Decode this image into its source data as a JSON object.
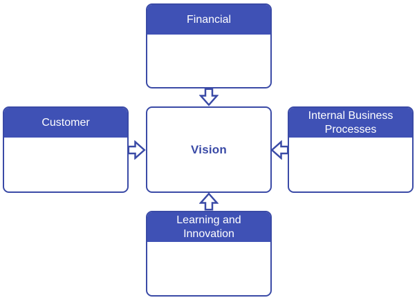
{
  "diagram": {
    "type": "balanced-scorecard",
    "center": {
      "label": "Vision"
    },
    "nodes": [
      {
        "id": "financial",
        "label": "Financial",
        "position": "top"
      },
      {
        "id": "customer",
        "label": "Customer",
        "position": "left"
      },
      {
        "id": "internal-business-processes",
        "label": "Internal Business Processes",
        "position": "right"
      },
      {
        "id": "learning-and-innovation",
        "label": "Learning and Innovation",
        "position": "bottom"
      }
    ],
    "arrows": [
      {
        "from": "Financial",
        "to": "Vision",
        "direction": "down"
      },
      {
        "from": "Customer",
        "to": "Vision",
        "direction": "right"
      },
      {
        "from": "Internal Business Processes",
        "to": "Vision",
        "direction": "left"
      },
      {
        "from": "Learning and Innovation",
        "to": "Vision",
        "direction": "up"
      }
    ],
    "colors": {
      "accent": "#3F51B5",
      "border": "#3A4AA6",
      "header_text": "#FFFFFF",
      "vision_text": "#3A4AA6",
      "background": "#FFFFFF"
    }
  }
}
